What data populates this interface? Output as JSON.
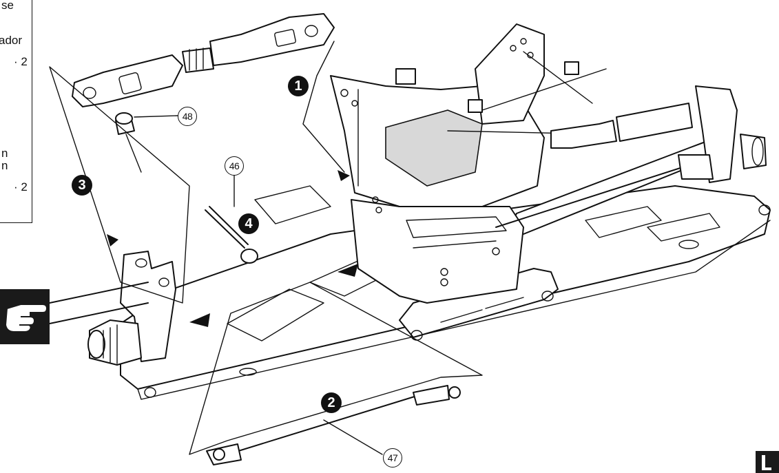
{
  "side_box": {
    "line1": "se",
    "line2": "ador",
    "line3": "· 2",
    "line4": "n",
    "line5": "n",
    "line6": "· 2"
  },
  "steps": {
    "s1": "1",
    "s2": "2",
    "s3": "3",
    "s4": "4"
  },
  "parts": {
    "p46": "46",
    "p47": "47",
    "p48": "48"
  },
  "icons": {
    "tip": "pointing-hand-icon",
    "page_tab": "page-tab-icon"
  }
}
